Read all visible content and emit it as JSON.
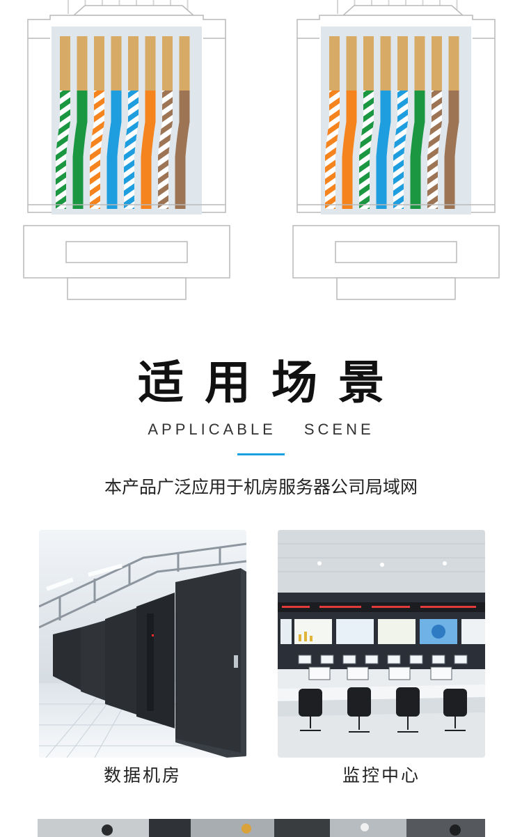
{
  "wire_colors": {
    "gold": "#d7aa66",
    "green": "#1b9742",
    "orange": "#f5841f",
    "blue": "#1e9ddf",
    "brown": "#9d7554",
    "white": "#ffffff",
    "body_bg": "#dfe6ec",
    "outline": "#b9b9b9"
  },
  "connector_a_order": [
    "green-white",
    "green",
    "orange-white",
    "blue",
    "blue-white",
    "orange",
    "brown-white",
    "brown"
  ],
  "connector_b_order": [
    "orange-white",
    "orange",
    "green-white",
    "blue",
    "blue-white",
    "green",
    "brown-white",
    "brown"
  ],
  "heading": {
    "title": "适用场景",
    "subtitle_left": "APPLICABLE",
    "subtitle_right": "SCENE",
    "accent_color": "#1a9fe0"
  },
  "intro": "本产品广泛应用于机房服务器公司局域网",
  "scenes": [
    {
      "label": "数据机房",
      "icon": "server-room-photo"
    },
    {
      "label": "监控中心",
      "icon": "control-center-photo"
    }
  ]
}
